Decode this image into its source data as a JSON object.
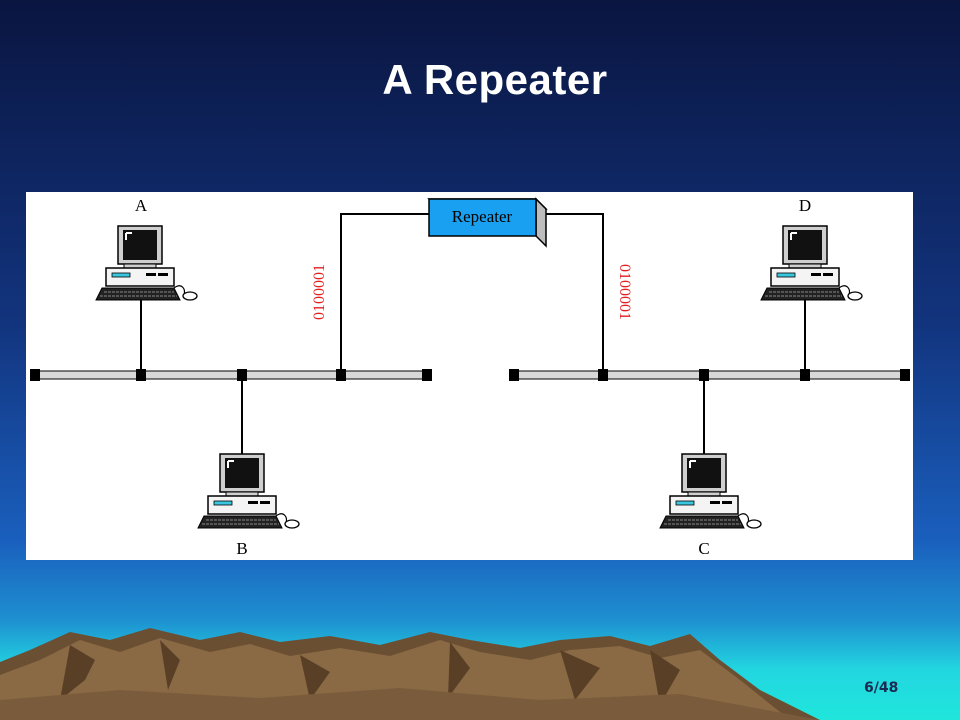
{
  "slide": {
    "title": "A Repeater",
    "page_number": "6/48",
    "colors": {
      "sky_top": "#0a1540",
      "sky_bottom": "#1f6fcf",
      "horizon": "#22d6e0",
      "mountain": "#8a6a45",
      "repeater_fill": "#1aa0f0",
      "signal_text": "#e02020"
    }
  },
  "diagram": {
    "repeater_label": "Repeater",
    "left_signal": "0100001",
    "right_signal": "0100001",
    "stations": {
      "a": "A",
      "b": "B",
      "c": "C",
      "d": "D"
    }
  }
}
